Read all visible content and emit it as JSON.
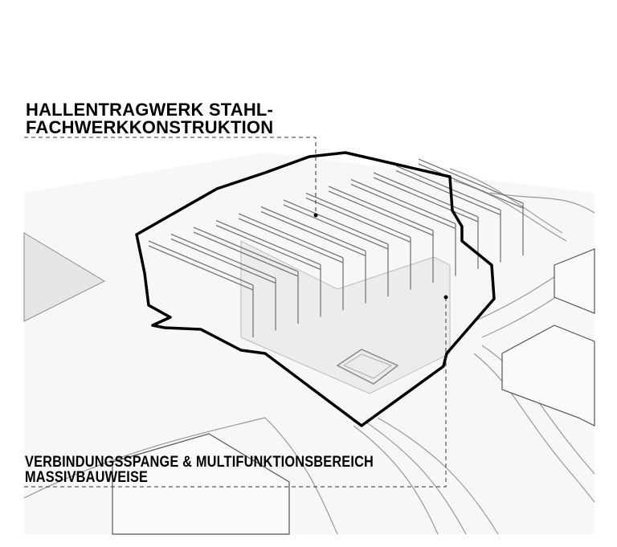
{
  "annotations": [
    {
      "lines": [
        "HALLENTRAGWERK STAHL-",
        "FACHWERKKONSTRUKTION"
      ]
    },
    {
      "lines": [
        "VERBINDUNGSSPANGE & MULTIFUNKTIONSBEREICH",
        "MASSIVBAUWEISE"
      ]
    }
  ],
  "colors": {
    "outline": "#000000",
    "terrain": "#f2f2f2",
    "line": "#9a9a9a"
  }
}
